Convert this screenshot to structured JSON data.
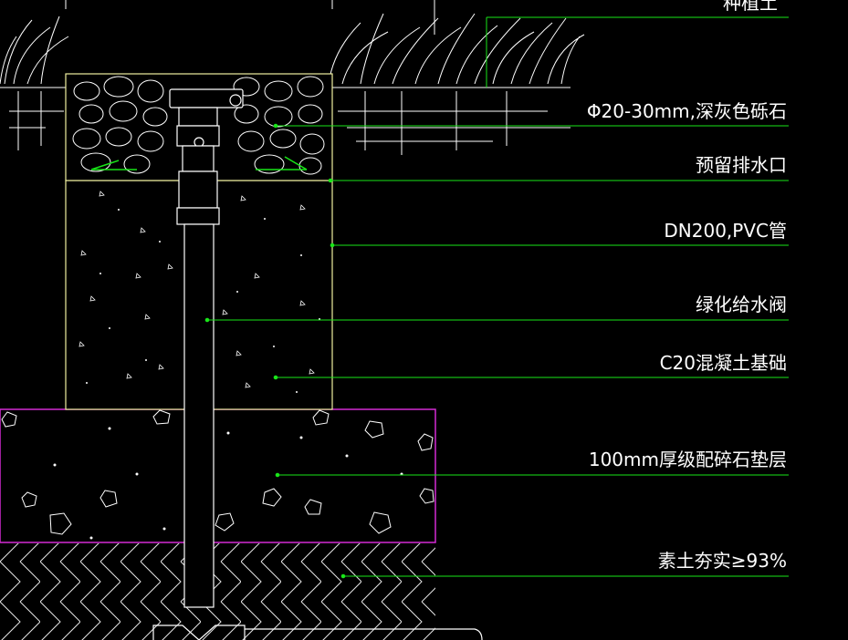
{
  "drawing": {
    "background": "#000000",
    "colors": {
      "line": "#ffffff",
      "leader": "#19e619",
      "gravel_bed": "#d42ad4",
      "outline_yellow": "#f0f0a0"
    },
    "labels": [
      {
        "id": "planting-soil",
        "text": "种植土"
      },
      {
        "id": "gravel",
        "text": "Φ20-30mm,深灰色砾石"
      },
      {
        "id": "drain",
        "text": "预留排水口"
      },
      {
        "id": "pvc",
        "text": "DN200,PVC管"
      },
      {
        "id": "valve",
        "text": "绿化给水阀"
      },
      {
        "id": "concrete",
        "text": "C20混凝土基础"
      },
      {
        "id": "bed",
        "text": "100mm厚级配碎石垫层"
      },
      {
        "id": "soil",
        "text": "素土夯实≥93%"
      }
    ]
  }
}
